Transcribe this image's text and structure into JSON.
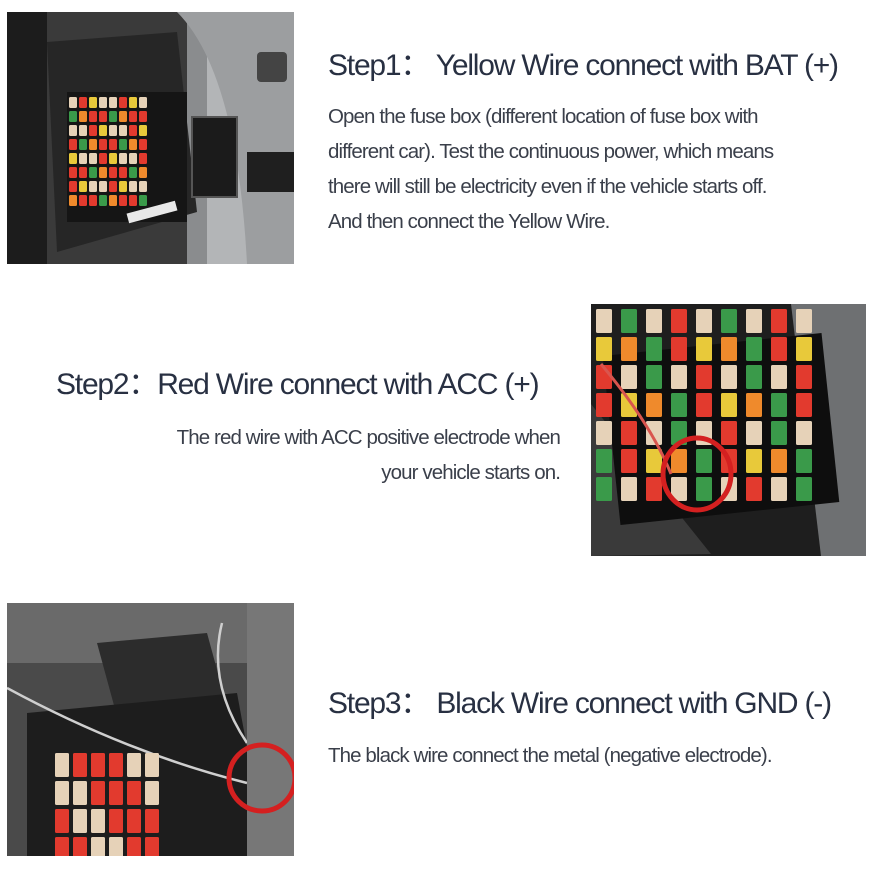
{
  "steps": [
    {
      "title": "Step1：  Yellow Wire connect with BAT (+)",
      "lines": [
        "Open the fuse box (different location of fuse box with",
        "different car). Test the continuous power, which means",
        "there will still be electricity even if the vehicle starts off.",
        "And then connect the Yellow Wire."
      ]
    },
    {
      "title": "Step2：Red Wire connect with ACC (+)",
      "lines": [
        "The red wire with ACC positive electrode when",
        "your vehicle starts on."
      ]
    },
    {
      "title": "Step3：  Black Wire connect with GND (-)",
      "lines": [
        "The black wire connect the metal (negative electrode)."
      ]
    }
  ],
  "colors": {
    "highlight_circle": "#d42020",
    "fuse_red": "#e23a2e",
    "fuse_yellow": "#e8c93a",
    "fuse_green": "#3a9a4a",
    "fuse_beige": "#e6d2b8",
    "fuse_orange": "#ef8a2c"
  }
}
